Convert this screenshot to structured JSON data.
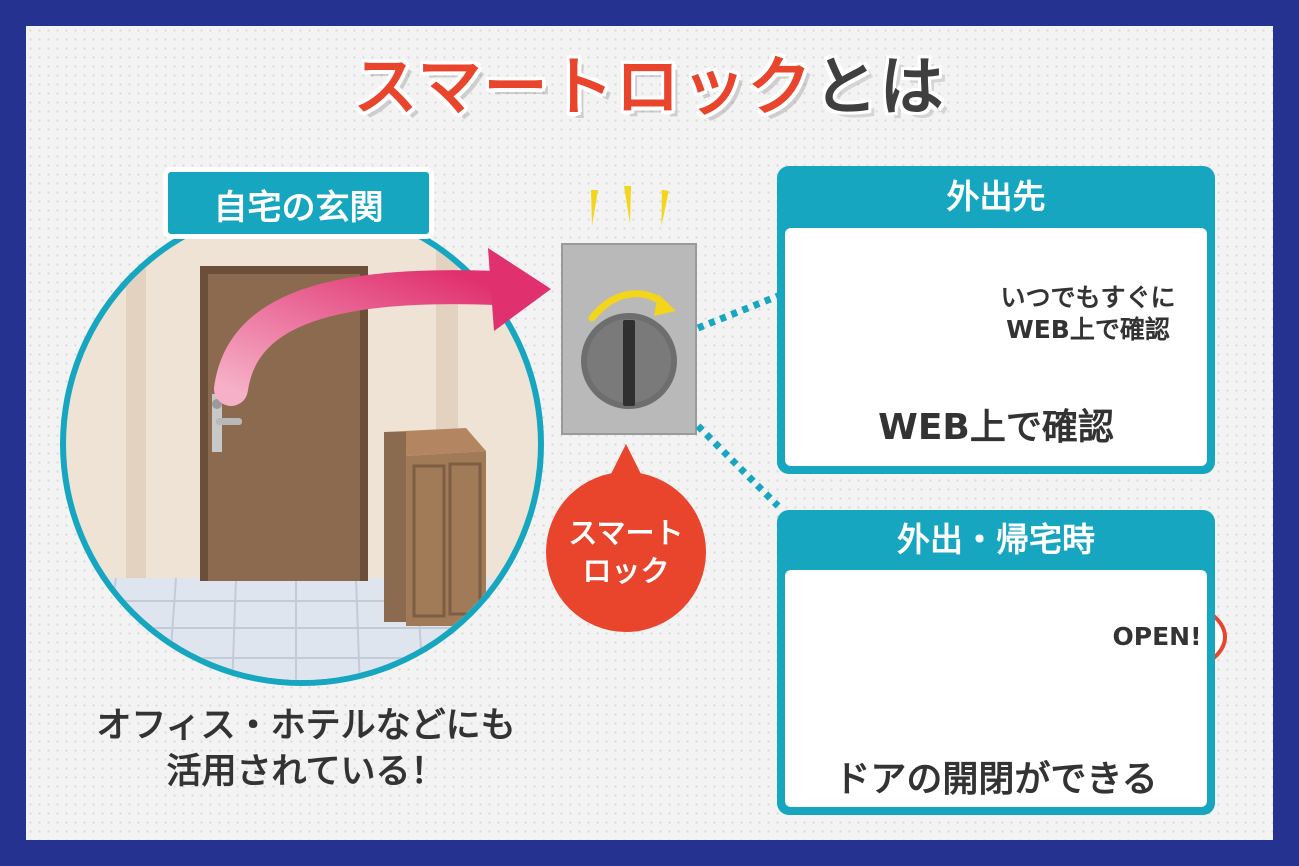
{
  "title": {
    "accent": "スマートロック",
    "rest": "とは"
  },
  "home": {
    "label": "自宅の玄関",
    "caption_line1": "オフィス・ホテルなどにも",
    "caption_line2": "活用されている！"
  },
  "lock": {
    "line1": "スマート",
    "line2": "ロック"
  },
  "outside": {
    "header": "外出先",
    "bubble_line1": "いつでもすぐに",
    "bubble_line2": "WEB上で確認",
    "label": "WEB上で確認"
  },
  "arrival": {
    "header": "外出・帰宅時",
    "bubble": "OPEN!",
    "label": "ドアの開閉ができる"
  },
  "colors": {
    "frame": "#26328f",
    "accent": "#e8452c",
    "teal": "#17a6c0",
    "door": "#8b6a4f",
    "arrow": "#e0306e"
  }
}
